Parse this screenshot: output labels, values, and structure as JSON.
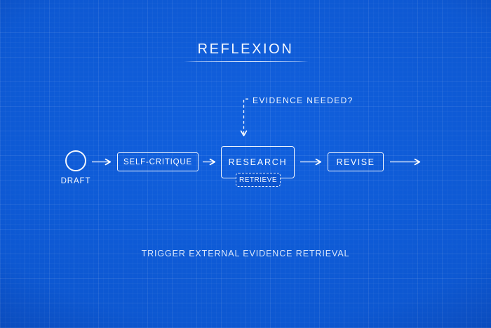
{
  "title": "REFLEXION",
  "colors": {
    "background": "#0c54cd",
    "background_edge": "#0845b0",
    "grid_line": "rgba(255,255,255,0.05)",
    "stroke": "#ffffff"
  },
  "diagram": {
    "nodes": [
      {
        "id": "draft",
        "label": "DRAFT",
        "shape": "circle"
      },
      {
        "id": "self-critique",
        "label": "SELF-CRITIQUE",
        "shape": "rect"
      },
      {
        "id": "research",
        "label": "RESEARCH",
        "shape": "rect"
      },
      {
        "id": "retrieve",
        "label": "RETRIEVE",
        "shape": "dashed-rect"
      },
      {
        "id": "revise",
        "label": "REVISE",
        "shape": "rect"
      }
    ],
    "edges": [
      {
        "from": "draft",
        "to": "self-critique",
        "style": "solid"
      },
      {
        "from": "self-critique",
        "to": "research",
        "style": "solid"
      },
      {
        "from": "research",
        "to": "revise",
        "style": "solid"
      },
      {
        "from": "revise",
        "to": "out",
        "style": "solid"
      },
      {
        "from": "evidence-needed",
        "to": "research",
        "style": "dashed"
      }
    ],
    "annotation": "EVIDENCE NEEDED?",
    "caption": "TRIGGER EXTERNAL EVIDENCE RETRIEVAL"
  }
}
